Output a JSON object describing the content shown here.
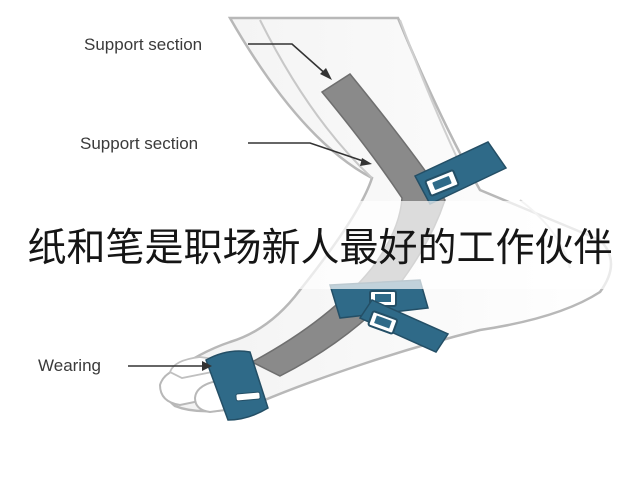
{
  "labels": {
    "support_top": "Support section",
    "support_mid": "Support section",
    "wearing": "Wearing"
  },
  "banner": {
    "text": "纸和笔是职场新人最好的工作伙伴"
  },
  "colors": {
    "strap": "#2f6a88",
    "support": "#8a8a8a",
    "outline": "#b8b8b8"
  }
}
